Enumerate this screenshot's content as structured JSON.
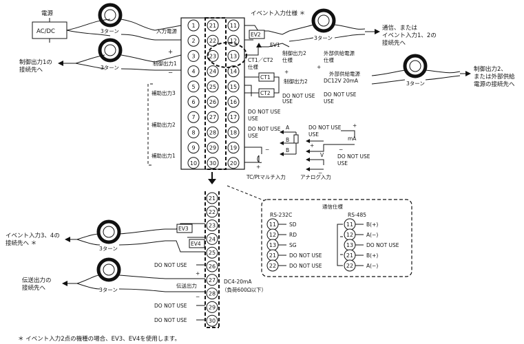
{
  "title_power": "電源",
  "acdc": "AC/DC",
  "turns": "3ターン",
  "label_input_power": "入力電源",
  "label_ctrl_out1": "制御出力1",
  "label_ctrl_out1_dest": "制御出力1の接続先へ",
  "label_aux3": "補助出力3",
  "label_aux2": "補助出力2",
  "label_aux1": "補助出力1",
  "event_input_spec": "イベント入力仕様 ＊",
  "ev1": "EV1",
  "ev2": "EV2",
  "ev3": "EV3",
  "ev4": "EV4",
  "ct_spec": "CT1／CT2仕様",
  "ct1": "CT1",
  "ct2": "CT2",
  "ctrl_out2_spec": "制御出力2仕様",
  "ctrl_out2": "制御出力2",
  "ext_power_spec": "外部供給電源仕様",
  "ext_power": "外部供給電源 DC12V 20mA",
  "comm_dest": "通信、またはイベント入力1、2の接続先へ",
  "ctrl_out2_dest": "制御出力2、または外部供給電源の接続先へ",
  "do_not_use": "DO NOT USE",
  "tc_pt_input": "TC/Ptマルチ入力",
  "analog_input": "アナログ入力",
  "sym_A": "A",
  "sym_B": "B",
  "sym_mA": "mA",
  "sym_V": "V",
  "plus": "+",
  "minus": "−",
  "event_in_34_dest": "イベント入力3、4の接続先へ ＊",
  "transfer_dest": "伝送出力の接続先へ",
  "transfer_out": "伝送出力",
  "dc420": "DC4-20mA",
  "load600": "（負荷600Ω以下）",
  "comm_spec_title": "通信仕様",
  "rs232c": "RS-232C",
  "rs485": "RS-485",
  "rs232c_signals": [
    "SD",
    "RD",
    "SG",
    "DO NOT USE",
    "DO NOT USE"
  ],
  "rs485_signals": [
    "B(+)",
    "A(−)",
    "DO NOT USE",
    "B(+)",
    "A(−)"
  ],
  "comm_terminals": [
    "11",
    "12",
    "13",
    "21",
    "22"
  ],
  "terminals_col1": [
    "1",
    "2",
    "3",
    "4",
    "5",
    "6",
    "7",
    "8",
    "9",
    "10"
  ],
  "terminals_col2": [
    "21",
    "22",
    "23",
    "24",
    "25",
    "26",
    "27",
    "28",
    "29",
    "30"
  ],
  "terminals_col3": [
    "11",
    "12",
    "13",
    "14",
    "15",
    "16",
    "17",
    "18",
    "19",
    "20"
  ],
  "footnote": "＊ イベント入力2点の機種の場合、EV3、EV4を使用します。"
}
